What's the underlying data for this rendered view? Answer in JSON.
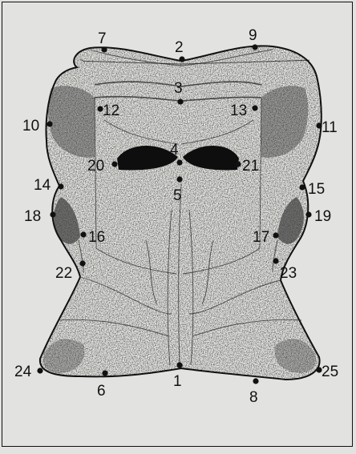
{
  "landmarks": [
    {
      "id": "1",
      "label": "1"
    },
    {
      "id": "2",
      "label": "2"
    },
    {
      "id": "3",
      "label": "3"
    },
    {
      "id": "4",
      "label": "4"
    },
    {
      "id": "5",
      "label": "5"
    },
    {
      "id": "6",
      "label": "6"
    },
    {
      "id": "7",
      "label": "7"
    },
    {
      "id": "8",
      "label": "8"
    },
    {
      "id": "9",
      "label": "9"
    },
    {
      "id": "10",
      "label": "10"
    },
    {
      "id": "11",
      "label": "11"
    },
    {
      "id": "12",
      "label": "12"
    },
    {
      "id": "13",
      "label": "13"
    },
    {
      "id": "14",
      "label": "14"
    },
    {
      "id": "15",
      "label": "15"
    },
    {
      "id": "16",
      "label": "16"
    },
    {
      "id": "17",
      "label": "17"
    },
    {
      "id": "18",
      "label": "18"
    },
    {
      "id": "19",
      "label": "19"
    },
    {
      "id": "20",
      "label": "20"
    },
    {
      "id": "21",
      "label": "21"
    },
    {
      "id": "22",
      "label": "22"
    },
    {
      "id": "23",
      "label": "23"
    },
    {
      "id": "24",
      "label": "24"
    },
    {
      "id": "25",
      "label": "25"
    }
  ],
  "colors": {
    "background": "#e2e2e0",
    "bone": "#ededea",
    "ink": "#111111",
    "stipple": "#2a2a2a"
  }
}
